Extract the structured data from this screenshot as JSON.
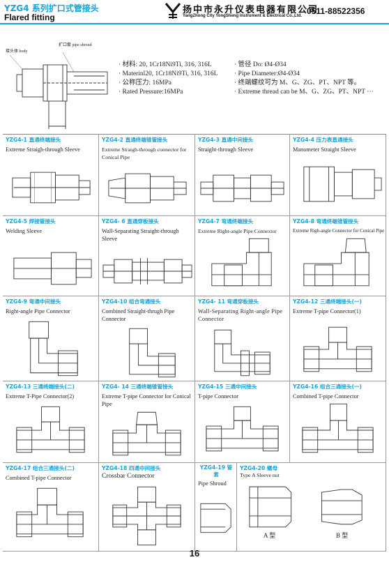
{
  "header": {
    "title_cn": "YZG4 系列扩口式管接头",
    "title_en": "Flared fitting",
    "company_cn": "扬中市永升仪表电器有限公司",
    "company_en": "YangZhong City YongSheng Instrument & Electrical Co.,Ltd.",
    "phone": "0511-88522356"
  },
  "top": {
    "label_connector": "接头体 body",
    "label_sleeve": "扩口套 pipe shroud",
    "specs_left": [
      "· 材料: 20, 1Cr18Ni9Ti, 316, 316L",
      "· Materinl20, 1Cr18Ni9Ti, 316, 316L",
      "· 公称压力: 16MPa",
      "· Rated Pressure:16MPa"
    ],
    "specs_right": [
      "· 管径 Do: Ø4-Ø34",
      "· Pipe Diameter:Ø4-Ø34",
      "· 终端螺纹可为 M、G、ZG、PT、NPT 等。",
      "· Extreme thread can be M、G、ZG、PT、NPT ···"
    ]
  },
  "items": [
    {
      "code": "YZG4-1 直通终端接头",
      "name": "Extreme Straigh-through Sleeve"
    },
    {
      "code": "YZG4-2 直通终端锥管接头",
      "name": "Extreme Straigh-through connector for Conical Pipe"
    },
    {
      "code": "YZG4-3 直通中间接头",
      "name": "Straight-through Sleeve"
    },
    {
      "code": "YZG4-4 压力表直通接头",
      "name": "Manometer Straight Sleeve"
    },
    {
      "code": "YZG4-5 焊接管接头",
      "name": "Welding Sleeve"
    },
    {
      "code": "YZG4- 6 直通穿板接头",
      "name": "Wall-Separating Straight-through Sleeve"
    },
    {
      "code": "YZG4-7 弯通终端接头",
      "name": "Extreme Right-angle Pipe Connextor"
    },
    {
      "code": "YZG4-8 弯通终端锥管接头",
      "name": "Extreme Righ-angle Connector for Conical Pipe"
    },
    {
      "code": "YZG4-9 弯通中间接头",
      "name": "Right-angle Pipe Connector"
    },
    {
      "code": "YZG4-10 组合弯通接头",
      "name": "Combined Straight-thrugh Pipe Connector"
    },
    {
      "code": "YZG4- 11 弯通穿板接头",
      "name": "Wall-Separating Right-angle Pipe Connector"
    },
    {
      "code": "YZG4-12 三通终端接头(一)",
      "name": "Extreme T-pipe Connector(1)"
    },
    {
      "code": "YZG4-13 三通终端接头(二)",
      "name": "Extreme T-Pipe Connector(2)"
    },
    {
      "code": "YZG4- 14 三通终端锥管接头",
      "name": "Extreme T-pipe Connector for Conical Pipe"
    },
    {
      "code": "YZG4-15 三通中间接头",
      "name": "T-pipe Connector"
    },
    {
      "code": "YZG4-16 组合三通接头(一)",
      "name": "Combined T-pipe Connector"
    },
    {
      "code": "YZG4-17 组合三通接头(二)",
      "name": "Combined T-pipe Connector"
    },
    {
      "code": "YZG4-18 四通中间接头",
      "name": "Crossbar Connector"
    },
    {
      "code": "YZG4-19 管套",
      "name": "Pipe Shroud"
    },
    {
      "code": "YZG4-20 螺母",
      "name": "Type A Sleeve nut"
    }
  ],
  "nut_types": {
    "a": "A 型",
    "b": "B 型"
  },
  "page_number": "16",
  "colors": {
    "accent": "#1aa3d6",
    "text": "#222222"
  }
}
